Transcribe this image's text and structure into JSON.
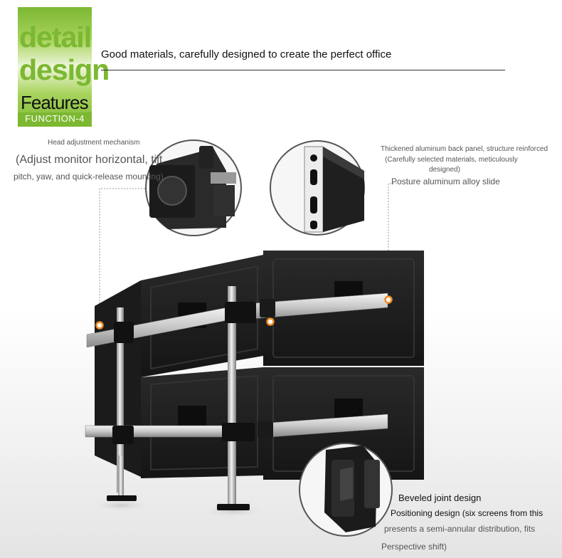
{
  "badge": {
    "line1": "detail",
    "line2": "design",
    "features": "Features",
    "function": "FUNCTION-4"
  },
  "headline": "Good materials, carefully designed to create the perfect office",
  "callouts": {
    "head_title": "Head adjustment mechanism",
    "head_desc1": "(Adjust monitor horizontal, tilt",
    "head_desc2": "pitch, yaw, and quick-release mounting)",
    "panel_title": "Thickened aluminum back panel, structure reinforced",
    "panel_sub1": "(Carefully selected materials, meticulously",
    "panel_sub2": "designed)",
    "panel_desc": "Posture aluminum alloy slide",
    "joint_title": "Beveled joint design",
    "joint_desc1": "Positioning design (six screens from this",
    "joint_desc2": "presents a semi-annular distribution, fits",
    "joint_desc3": "Perspective shift)"
  },
  "colors": {
    "accent_green": "#7cb832",
    "marker_orange": "#f08a24"
  }
}
